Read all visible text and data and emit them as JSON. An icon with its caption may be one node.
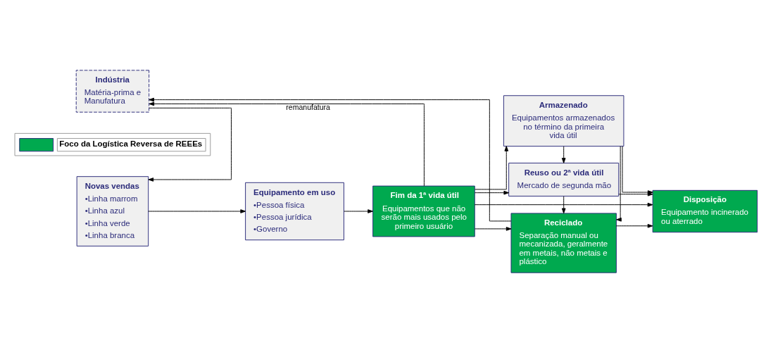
{
  "diagram": {
    "nodes": [
      {
        "text": [
          "Novas vendas",
          "•Linha marrom",
          "•Linha azul",
          "•Linha verde",
          "•Linha branca"
        ]
      },
      {
        "text": [
          "Equipamento em uso",
          "•Pessoa física",
          "•Pessoa jurídica",
          "•Governo"
        ]
      },
      {
        "text": [
          "Fim da 1ª vida útil",
          "Equipamentos que não serão mais usados pelo primeiro usuário"
        ]
      },
      {
        "text": [
          "Armazenado",
          "Equipamentos armazenados no término da primeira vida útil"
        ]
      },
      {
        "text": [
          "Reuso ou 2ª vida útil",
          "Mercado de segunda mão"
        ]
      },
      {
        "text": [
          "Disposição",
          "Equipamento incinerado ou aterrado"
        ]
      },
      {
        "text": [
          "Reciclado",
          "Separação manual ou mecanizada, geralmente em metais, não metais e plástico"
        ]
      },
      {
        "text": [
          "Indústria",
          "Matéria-prima e Manufatura"
        ]
      }
    ],
    "edges": [
      {
        "from": 0,
        "to": 1,
        "arrow": "to"
      },
      {
        "from": 1,
        "to": 2,
        "arrow": "to"
      },
      {
        "from": 2,
        "to": 3,
        "arrow": "to"
      },
      {
        "from": 2,
        "to": 4,
        "arrow": "to"
      },
      {
        "from": 2,
        "to": 6,
        "arrow": "to"
      },
      {
        "from": 3,
        "to": 4,
        "arrow": "to"
      },
      {
        "from": 4,
        "to": 6,
        "arrow": "to"
      },
      {
        "from": 3,
        "to": 5,
        "arrow": "to"
      },
      {
        "from": 3,
        "to": 6,
        "arrow": "to"
      },
      {
        "from": 4,
        "to": 5,
        "arrow": "to"
      },
      {
        "from": 6,
        "to": 5,
        "arrow": "to"
      },
      {
        "from": 2,
        "to": 5,
        "arrow": "to"
      },
      {
        "from": 2,
        "to": 7,
        "arrow": "to",
        "label": "remanufatura"
      },
      {
        "from": 6,
        "to": 7,
        "arrow": "to"
      },
      {
        "from": 7,
        "to": 0,
        "arrow": "to"
      }
    ],
    "legend": [
      {
        "text": "Foco da Logística Reversa de REEEs",
        "color": "#00a94f"
      }
    ]
  }
}
